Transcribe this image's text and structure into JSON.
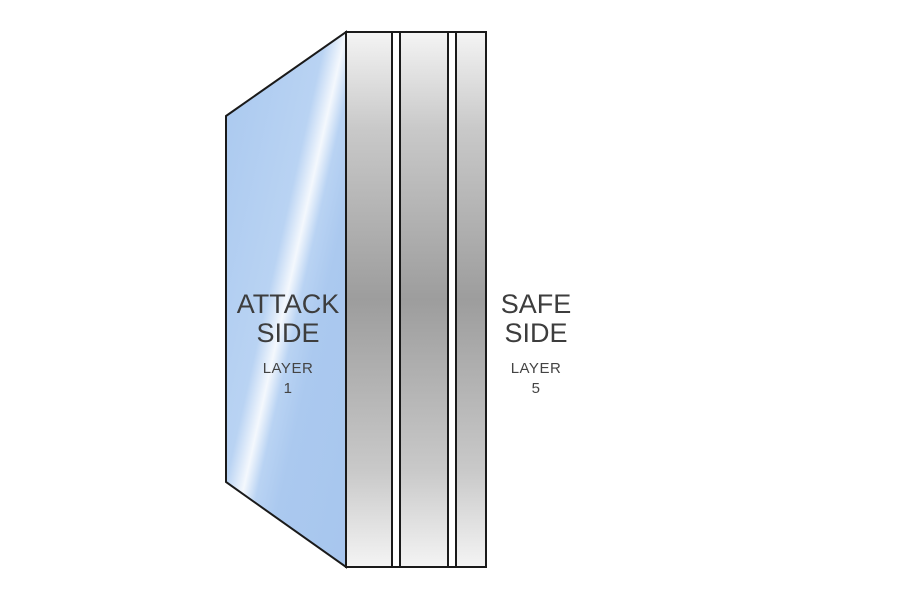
{
  "diagram": {
    "attack_side": {
      "title_line1": "ATTACK",
      "title_line2": "SIDE",
      "layer_label": "LAYER",
      "layer_number": "1"
    },
    "safe_side": {
      "title_line1": "SAFE",
      "title_line2": "SIDE",
      "layer_label": "LAYER",
      "layer_number": "5"
    },
    "colors": {
      "glass_face": "#aecbf0",
      "glass_highlight": "#ffffff",
      "layer_edge_dark": "#9a9a9a",
      "layer_edge_light": "#f2f2f2",
      "outline": "#1a1a1a",
      "text": "#3d3d3d"
    }
  }
}
